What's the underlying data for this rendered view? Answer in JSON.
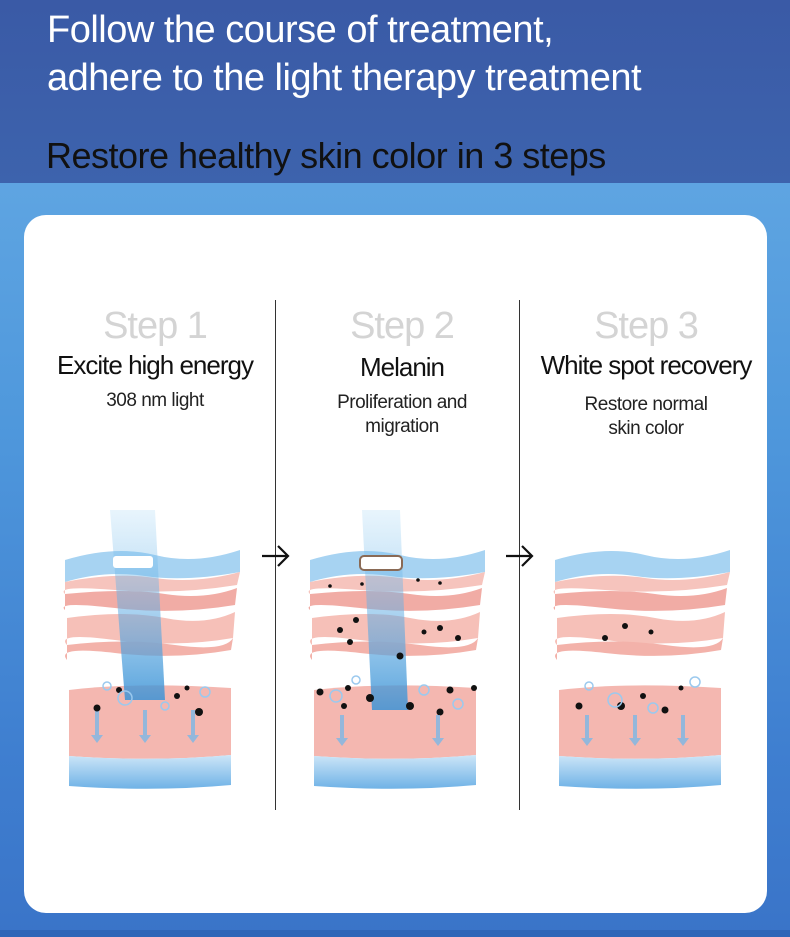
{
  "header": {
    "line1": "Follow the course of treatment,",
    "line2": "adhere to the light therapy treatment",
    "subtitle": "Restore healthy skin color in 3 steps"
  },
  "steps": [
    {
      "number": "Step 1",
      "title": "Excite high energy",
      "desc_line1": "308 nm light",
      "desc_line2": ""
    },
    {
      "number": "Step 2",
      "title": "Melanin",
      "desc_line1": "Proliferation and",
      "desc_line2": "migration"
    },
    {
      "number": "Step 3",
      "title": "White spot recovery",
      "desc_line1": "Restore normal",
      "desc_line2": "skin color"
    }
  ],
  "icons": {
    "arrow": "right-arrow-icon"
  },
  "colors": {
    "header_band": "#3a5aa6",
    "background": "#4f98dc",
    "step_number": "#d4d4d4",
    "melanin": "#111111",
    "skin_pink": "#f4b7b0",
    "skin_blue": "#7cb7e6"
  }
}
